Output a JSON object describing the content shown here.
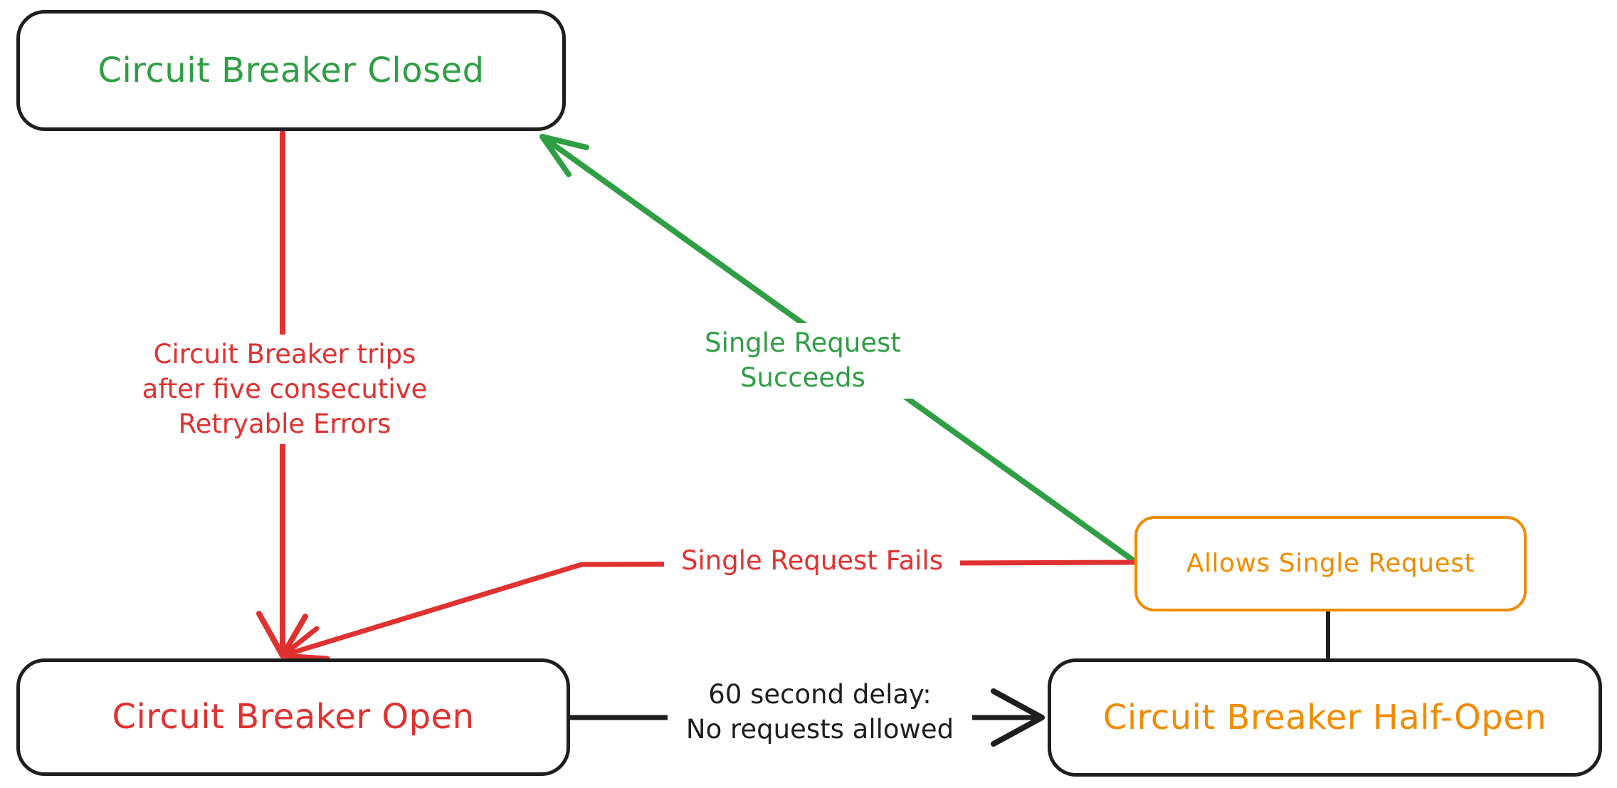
{
  "colors": {
    "green": "#2f9e44",
    "red": "#e03131",
    "orange": "#f08c00",
    "ink": "#1e1e1e",
    "bg": "#ffffff"
  },
  "nodes": {
    "closed": {
      "label": "Circuit Breaker Closed",
      "text_color": "#2f9e44",
      "border_color": "#1e1e1e"
    },
    "open": {
      "label": "Circuit Breaker Open",
      "text_color": "#e03131",
      "border_color": "#1e1e1e"
    },
    "half_open": {
      "label": "Circuit Breaker Half-Open",
      "text_color": "#f08c00",
      "border_color": "#1e1e1e"
    },
    "allows": {
      "label": "Allows Single Request",
      "text_color": "#f08c00",
      "border_color": "#f08c00"
    }
  },
  "edges": {
    "trip": {
      "label": "Circuit Breaker trips\nafter five consecutive\nRetryable Errors",
      "color": "#e03131",
      "from": "closed",
      "to": "open",
      "arrowhead": "to"
    },
    "succeed": {
      "label": "Single Request Succeeds",
      "color": "#2f9e44",
      "from": "allows",
      "to": "closed",
      "arrowhead": "to"
    },
    "fail": {
      "label": "Single Request Fails",
      "color": "#e03131",
      "from": "allows",
      "to": "open",
      "arrowhead": "to"
    },
    "delay": {
      "label": "60 second delay:\nNo requests allowed",
      "color": "#1e1e1e",
      "from": "open",
      "to": "half_open",
      "arrowhead": "to"
    },
    "link": {
      "label": "",
      "color": "#1e1e1e",
      "from": "half_open",
      "to": "allows",
      "arrowhead": "none"
    }
  }
}
